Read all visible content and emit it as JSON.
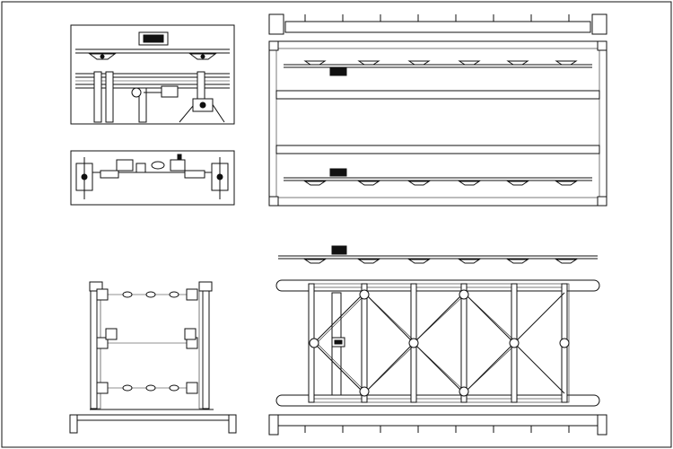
{
  "drawing": {
    "border_color": "#111111",
    "background": "#ffffff",
    "views": [
      {
        "id": "detail-top",
        "kind": "enlarged-detail"
      },
      {
        "id": "detail-connector",
        "kind": "enlarged-detail"
      },
      {
        "id": "end-view",
        "kind": "elevation"
      },
      {
        "id": "plan-top",
        "kind": "plan"
      },
      {
        "id": "plan-bottom",
        "kind": "plan"
      }
    ]
  }
}
